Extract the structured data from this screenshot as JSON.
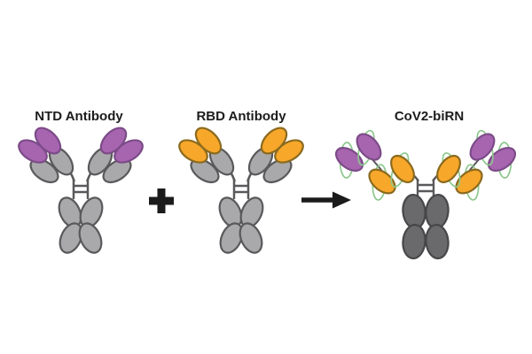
{
  "diagram": {
    "description": "Schematic: an NTD antibody combined with an RBD antibody produces the bispecific CoV2-biRN molecule",
    "labels": {
      "ntd": "NTD Antibody",
      "rbd": "RBD Antibody",
      "birn": "CoV2-biRN"
    },
    "operators": {
      "plus": "+",
      "arrow": "right-arrow"
    },
    "colors": {
      "background": "#FFFFFF",
      "ntd_domain_fill": "#A765B0",
      "ntd_domain_stroke": "#7C4B88",
      "rbd_domain_fill": "#F7A72A",
      "rbd_domain_stroke": "#8A6A1E",
      "constant_domain_fill": "#A9A9AB",
      "constant_domain_stroke": "#59595B",
      "birn_fc_fill": "#6A6A6C",
      "birn_fc_stroke": "#474749",
      "linker_loop": "#8CC88C",
      "symbol": "#1B1B1B",
      "label_text": "#1C1C1C"
    }
  }
}
